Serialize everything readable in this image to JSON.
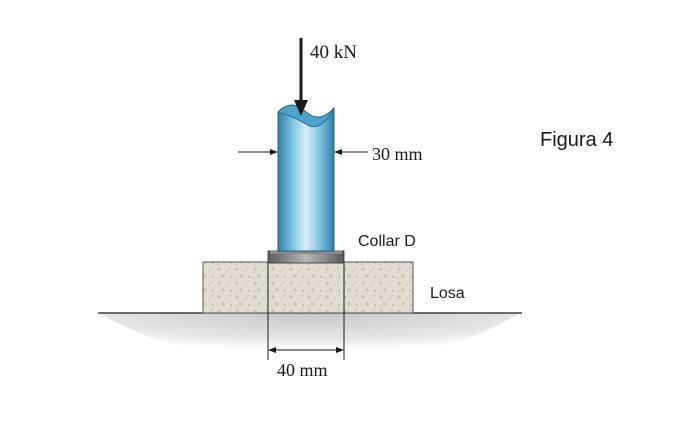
{
  "figure": {
    "caption": "Figura 4",
    "load_label": "40 kN",
    "diameter_label": "30 mm",
    "collar_label": "Collar D",
    "slab_label": "Losa",
    "hole_label": "40 mm"
  },
  "colors": {
    "column_light": "#d6eef8",
    "column_mid": "#7cc1df",
    "column_dark": "#2d7fa8",
    "slab_fill": "#e2ddd0",
    "ground_shade": "#c9c9c9",
    "line": "#1a1a1a"
  }
}
